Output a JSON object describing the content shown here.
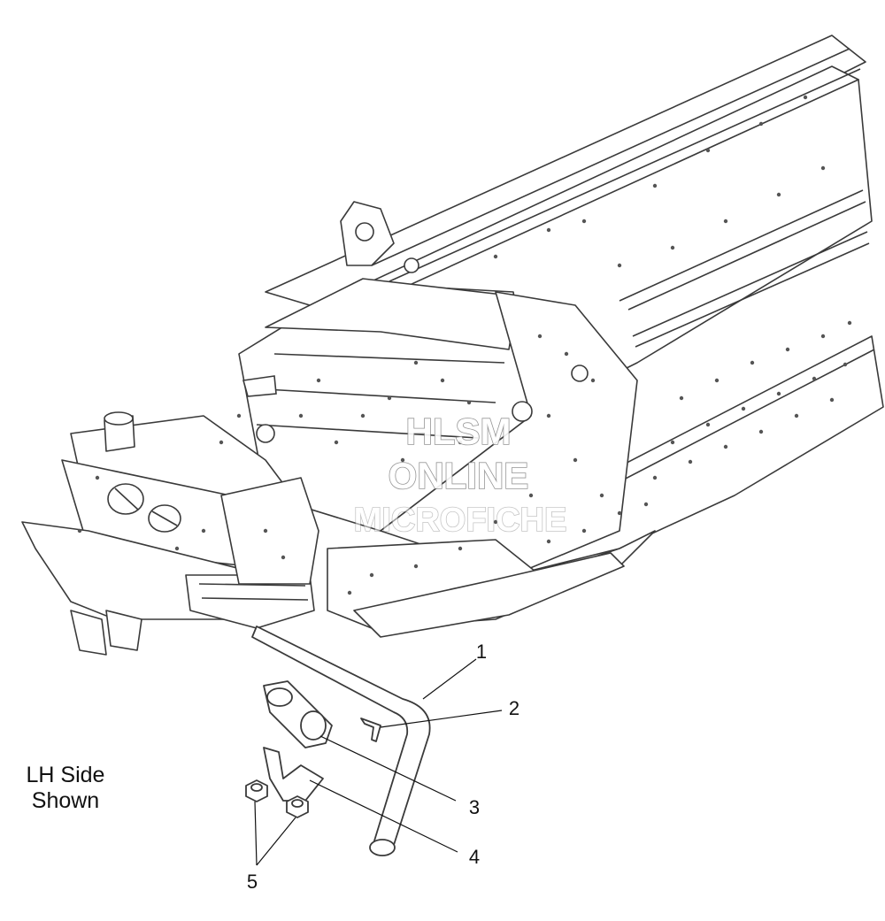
{
  "watermark": {
    "line1": "HLSM",
    "line2": "ONLINE",
    "line3": "MICROFICHE"
  },
  "side_note": {
    "line1": "LH Side",
    "line2": "Shown"
  },
  "callouts": [
    {
      "number": "1",
      "part": "hose"
    },
    {
      "number": "2",
      "part": "pin"
    },
    {
      "number": "3",
      "part": "clamp"
    },
    {
      "number": "4",
      "part": "bracket"
    },
    {
      "number": "5",
      "part": "nut"
    }
  ],
  "colors": {
    "line": "#3a3a3a",
    "panel_fill": "#ffffff",
    "hole_fill": "#555555",
    "watermark_stroke": "#8a8a8a"
  }
}
